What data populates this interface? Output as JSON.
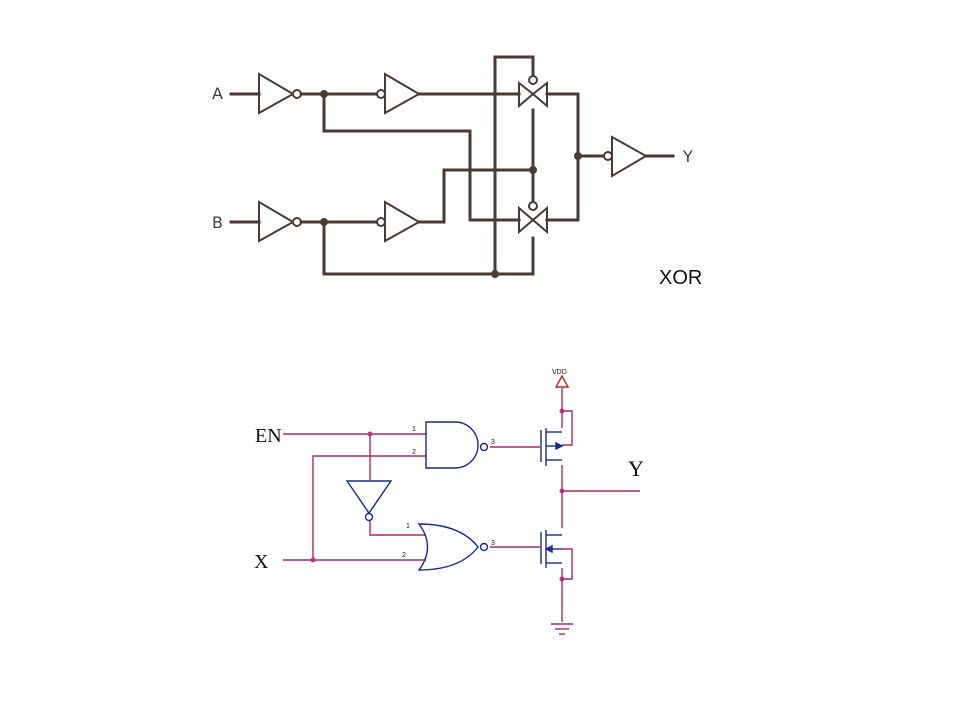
{
  "xor_diagram": {
    "input_a": "A",
    "input_b": "B",
    "output_y": "Y",
    "caption": "XOR",
    "wire_color": "#4a3a35"
  },
  "tristate_diagram": {
    "input_en": "EN",
    "input_x": "X",
    "output_y": "Y",
    "vdd_label": "VDD",
    "pin_and_1": "1",
    "pin_and_2": "2",
    "pin_and_3": "3",
    "pin_or_1": "1",
    "pin_or_2": "2",
    "pin_or_3": "3",
    "wire_color": "#a52a6a",
    "component_color": "#1a2a8a"
  }
}
